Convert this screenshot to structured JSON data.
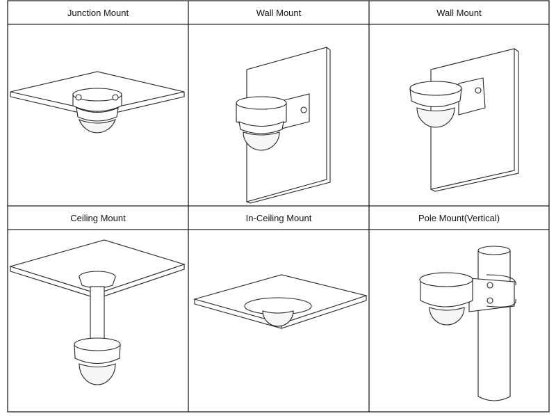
{
  "table": {
    "rows": [
      {
        "cells": [
          {
            "label": "Junction Mount",
            "image": "junction-mount-illustration"
          },
          {
            "label": "Wall Mount",
            "image": "wall-mount-illustration"
          },
          {
            "label": "Wall Mount",
            "image": "wall-mount-illustration-alt"
          }
        ]
      },
      {
        "cells": [
          {
            "label": "Ceiling Mount",
            "image": "ceiling-mount-illustration"
          },
          {
            "label": "In-Ceiling Mount",
            "image": "in-ceiling-mount-illustration"
          },
          {
            "label": "Pole Mount(Vertical)",
            "image": "pole-mount-illustration"
          }
        ]
      }
    ]
  }
}
